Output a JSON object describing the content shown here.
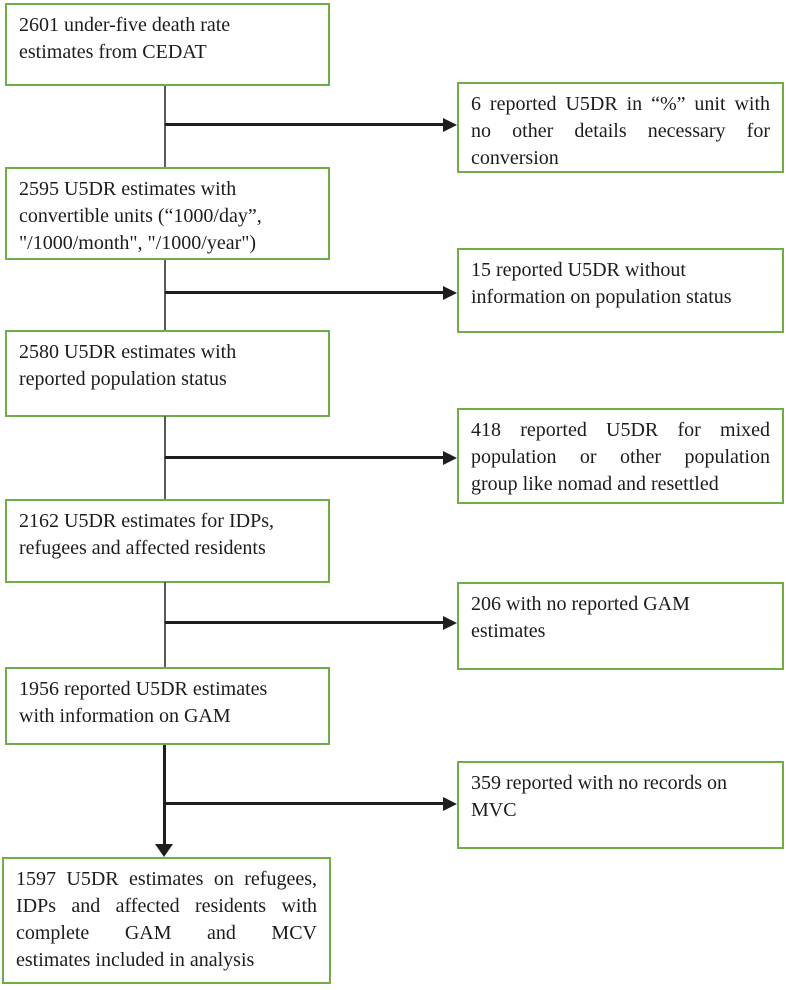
{
  "flowchart": {
    "description": "Data selection flow diagram for under-five death rate estimates",
    "colors": {
      "box_border": "#70AD47",
      "connector_line": "#5a5a5a",
      "arrow": "#1e1e1e",
      "background": "#ffffff",
      "text": "#1c1c1c"
    },
    "main_boxes": [
      {
        "lines": [
          "2601 under-five death rate",
          "estimates from CEDAT"
        ]
      },
      {
        "lines": [
          "2595 U5DR estimates with",
          "convertible units (“1000/day”,",
          "\"/1000/month\", \"/1000/year\")"
        ]
      },
      {
        "lines": [
          "2580 U5DR estimates with",
          "reported population status"
        ]
      },
      {
        "lines": [
          "2162 U5DR estimates for IDPs,",
          "refugees and affected residents"
        ]
      },
      {
        "lines": [
          "1956 reported U5DR estimates",
          "with information on GAM"
        ]
      },
      {
        "lines": [
          "1597 U5DR estimates on refugees,",
          "IDPs and affected residents with",
          "complete GAM and MCV",
          "estimates included in analysis"
        ]
      }
    ],
    "exclusion_boxes": [
      {
        "lines": [
          "6 reported U5DR in “%” unit with",
          "no other details necessary for",
          "conversion"
        ]
      },
      {
        "lines": [
          "15 reported U5DR without",
          "information on population status"
        ]
      },
      {
        "lines": [
          "418 reported U5DR for mixed",
          "population or other population",
          "group like nomad and resettled"
        ]
      },
      {
        "lines": [
          "206 with no reported GAM",
          "estimates"
        ]
      },
      {
        "lines": [
          "359 reported with no records on",
          "MVC"
        ]
      }
    ]
  }
}
